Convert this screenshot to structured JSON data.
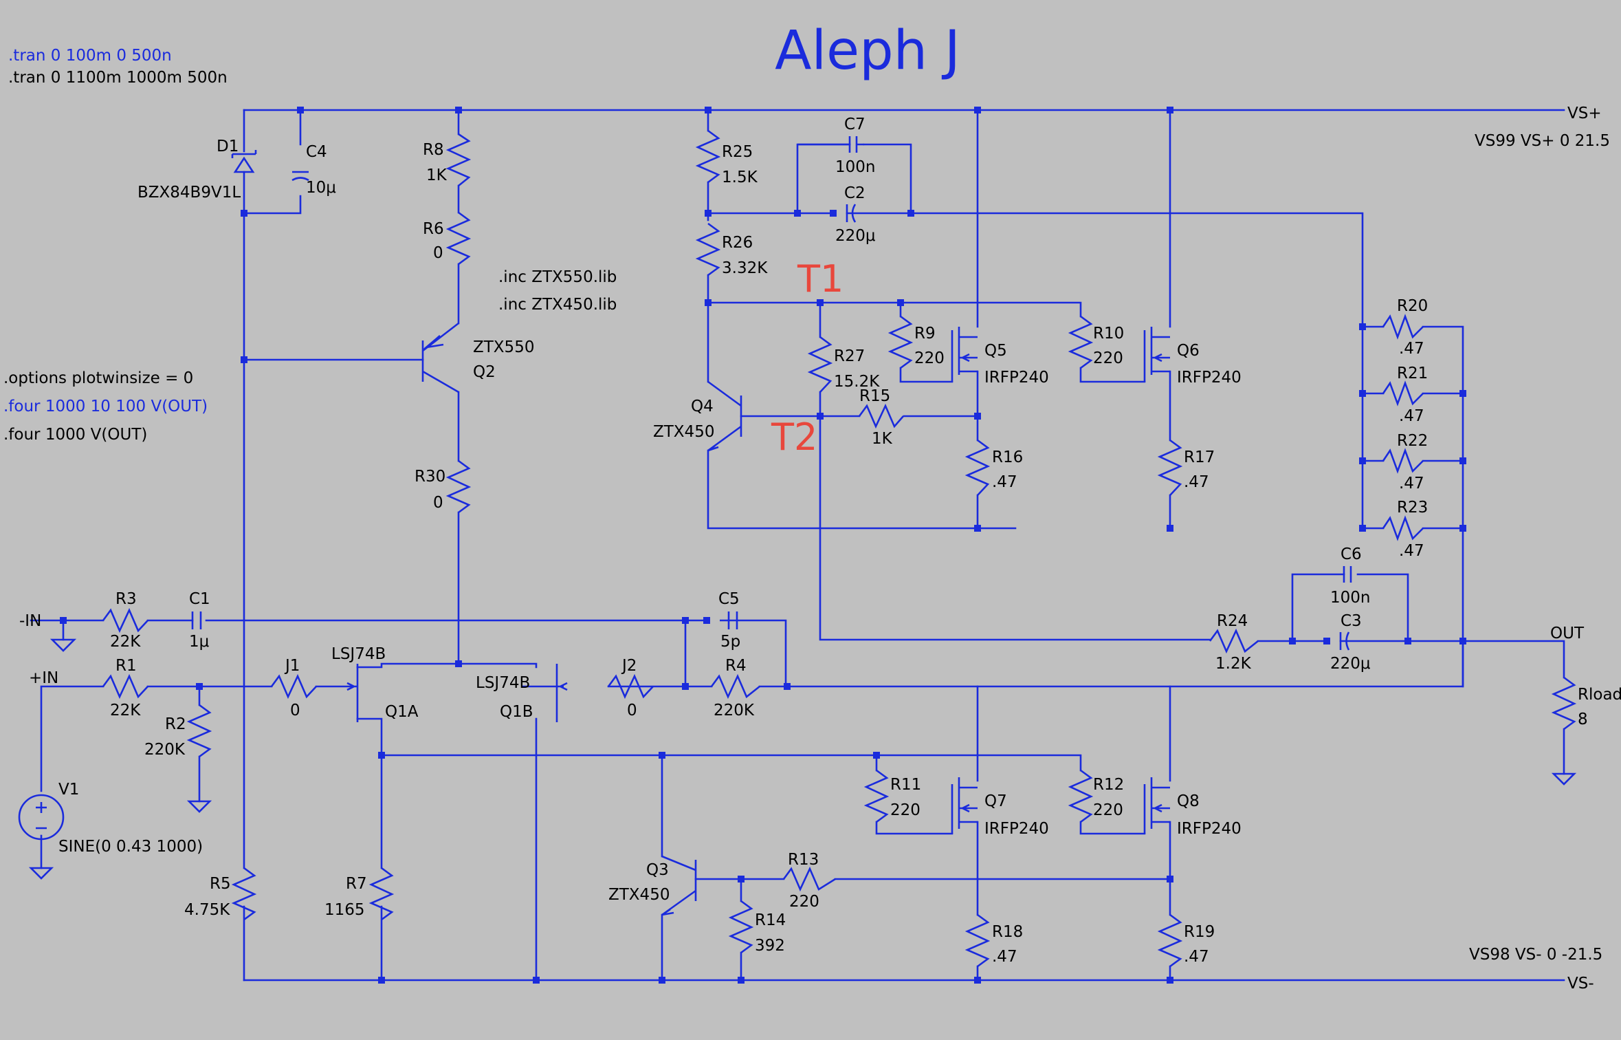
{
  "title": "Aleph J",
  "directives": {
    "tran1": ".tran 0 100m 0 500n",
    "tran2": ".tran 0 1100m 1000m 500n",
    "options": ".options plotwinsize = 0",
    "four1": ".four 1000 10 100 V(OUT)",
    "four2": ".four 1000 V(OUT)",
    "inc1": ".inc ZTX550.lib",
    "inc2": ".inc ZTX450.lib",
    "vs99": "VS99 VS+ 0 21.5",
    "vs98": "VS98 VS- 0 -21.5"
  },
  "nets": {
    "vsplus": "VS+",
    "vsminus": "VS-",
    "out": "OUT",
    "in_minus": "-IN",
    "in_plus": "+IN"
  },
  "test_points": {
    "t1": "T1",
    "t2": "T2"
  },
  "components": {
    "D1": {
      "ref": "D1",
      "value": "BZX84B9V1L"
    },
    "C4": {
      "ref": "C4",
      "value": "10μ"
    },
    "R8": {
      "ref": "R8",
      "value": "1K"
    },
    "R6": {
      "ref": "R6",
      "value": "0"
    },
    "Q2": {
      "ref": "Q2",
      "value": "ZTX550"
    },
    "R30": {
      "ref": "R30",
      "value": "0"
    },
    "R25": {
      "ref": "R25",
      "value": "1.5K"
    },
    "R26": {
      "ref": "R26",
      "value": "3.32K"
    },
    "C7": {
      "ref": "C7",
      "value": "100n"
    },
    "C2": {
      "ref": "C2",
      "value": "220μ"
    },
    "R27": {
      "ref": "R27",
      "value": "15.2K"
    },
    "R9": {
      "ref": "R9",
      "value": "220"
    },
    "Q5": {
      "ref": "Q5",
      "value": "IRFP240"
    },
    "R10": {
      "ref": "R10",
      "value": "220"
    },
    "Q6": {
      "ref": "Q6",
      "value": "IRFP240"
    },
    "Q4": {
      "ref": "Q4",
      "value": "ZTX450"
    },
    "R15": {
      "ref": "R15",
      "value": "1K"
    },
    "R16": {
      "ref": "R16",
      "value": ".47"
    },
    "R17": {
      "ref": "R17",
      "value": ".47"
    },
    "R20": {
      "ref": "R20",
      "value": ".47"
    },
    "R21": {
      "ref": "R21",
      "value": ".47"
    },
    "R22": {
      "ref": "R22",
      "value": ".47"
    },
    "R23": {
      "ref": "R23",
      "value": ".47"
    },
    "C6": {
      "ref": "C6",
      "value": "100n"
    },
    "C3": {
      "ref": "C3",
      "value": "220μ"
    },
    "R24": {
      "ref": "R24",
      "value": "1.2K"
    },
    "R3": {
      "ref": "R3",
      "value": "22K"
    },
    "C1": {
      "ref": "C1",
      "value": "1μ"
    },
    "C5": {
      "ref": "C5",
      "value": "5p"
    },
    "R1": {
      "ref": "R1",
      "value": "22K"
    },
    "R2": {
      "ref": "R2",
      "value": "220K"
    },
    "J1": {
      "ref": "J1",
      "value": "0"
    },
    "Q1A": {
      "ref": "Q1A",
      "value": "LSJ74B"
    },
    "Q1B": {
      "ref": "Q1B",
      "value": "LSJ74B"
    },
    "J2": {
      "ref": "J2",
      "value": "0"
    },
    "R4": {
      "ref": "R4",
      "value": "220K"
    },
    "Rload": {
      "ref": "Rload",
      "value": "8"
    },
    "V1": {
      "ref": "V1",
      "value": "SINE(0 0.43 1000)"
    },
    "R11": {
      "ref": "R11",
      "value": "220"
    },
    "Q7": {
      "ref": "Q7",
      "value": "IRFP240"
    },
    "R12": {
      "ref": "R12",
      "value": "220"
    },
    "Q8": {
      "ref": "Q8",
      "value": "IRFP240"
    },
    "Q3": {
      "ref": "Q3",
      "value": "ZTX450"
    },
    "R13": {
      "ref": "R13",
      "value": "220"
    },
    "R14": {
      "ref": "R14",
      "value": "392"
    },
    "R5": {
      "ref": "R5",
      "value": "4.75K"
    },
    "R7": {
      "ref": "R7",
      "value": "1165"
    },
    "R18": {
      "ref": "R18",
      "value": ".47"
    },
    "R19": {
      "ref": "R19",
      "value": ".47"
    }
  }
}
